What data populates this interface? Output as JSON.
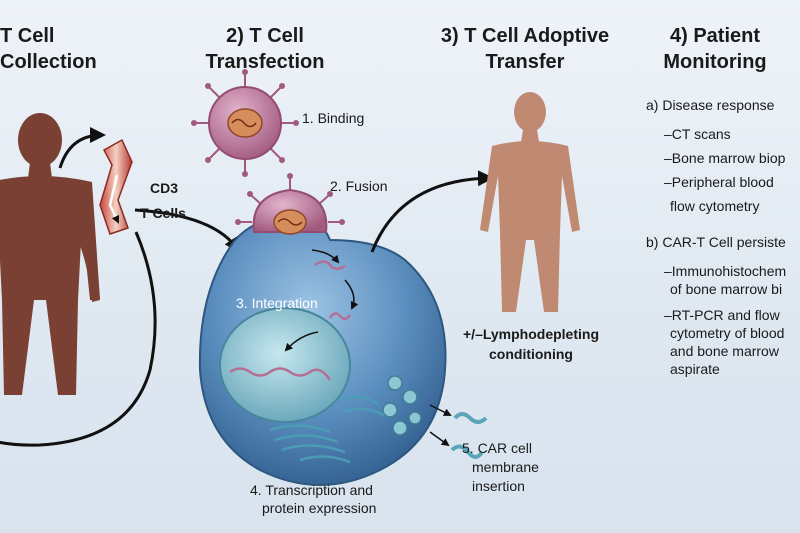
{
  "headings": {
    "collection_line1": "T Cell",
    "collection_line2": "Collection",
    "transfection_line1": "2) T Cell",
    "transfection_line2": "Transfection",
    "transfer_line1": "3) T Cell Adoptive",
    "transfer_line2": "Transfer",
    "monitoring_line1": "4) Patient",
    "monitoring_line2": "Monitoring"
  },
  "labels": {
    "cd3": "CD3",
    "t_cells": "T Cells",
    "binding": "1. Binding",
    "fusion": "2. Fusion",
    "integration": "3. Integration",
    "transcription_line1": "4. Transcription and",
    "transcription_line2": "protein expression",
    "car_line1": "5. CAR cell",
    "car_line2": "membrane",
    "car_line3": "insertion",
    "lympho_line1": "+/–Lymphodepleting",
    "lympho_line2": "conditioning"
  },
  "monitoring": {
    "a_title": "a) Disease response",
    "a_items": [
      "–CT scans",
      "–Bone marrow biop",
      "–Peripheral blood",
      "flow cytometry"
    ],
    "b_title": "b) CAR-T Cell persiste",
    "b_items": [
      "–Immunohistochem",
      "of bone marrow bi",
      "–RT-PCR and flow",
      "cytometry of blood",
      "and bone marrow",
      "aspirate"
    ]
  },
  "colors": {
    "background": "#e6edf4",
    "patient_body": "#7a4034",
    "recipient_body": "#c08a72",
    "virus": "#b56f95",
    "cell": "#3f6f9e",
    "nucleus": "#86c2cf",
    "arrow": "#111111"
  },
  "icons": [
    "patient-silhouette-icon",
    "blood-tube-icon",
    "virus-icon",
    "t-cell-icon",
    "recipient-silhouette-icon"
  ]
}
